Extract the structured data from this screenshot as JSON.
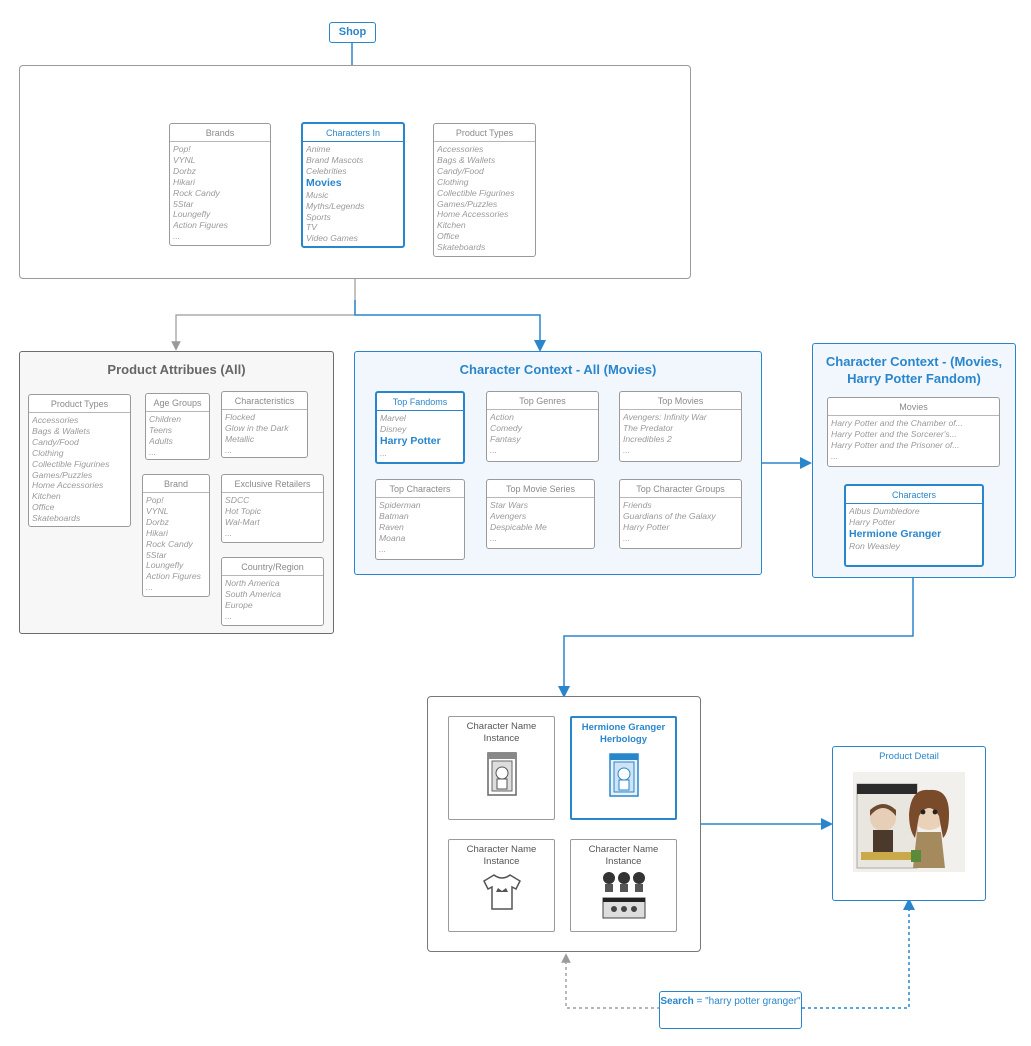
{
  "shop": "Shop",
  "top": {
    "brands": {
      "title": "Brands",
      "items": [
        "Pop!",
        "VYNL",
        "Dorbz",
        "Hikari",
        "Rock Candy",
        "5Star",
        "Loungefly",
        "Action Figures",
        "..."
      ]
    },
    "characters_in": {
      "title": "Characters In",
      "items": [
        "Anime",
        "Brand Mascots",
        "Celebrities",
        "Movies",
        "Music",
        "Myths/Legends",
        "Sports",
        "TV",
        "Video Games"
      ],
      "highlight": "Movies"
    },
    "product_types": {
      "title": "Product Types",
      "items": [
        "Accessories",
        "Bags & Wallets",
        "Candy/Food",
        "Clothing",
        "Collectible Figurines",
        "Games/Puzzles",
        "Home Accessories",
        "Kitchen",
        "Office",
        "Skateboards"
      ]
    }
  },
  "attributes": {
    "title": "Product Attribues (All)",
    "product_types": {
      "title": "Product Types",
      "items": [
        "Accessories",
        "Bags & Wallets",
        "Candy/Food",
        "Clothing",
        "Collectible Figurines",
        "Games/Puzzles",
        "Home Accessories",
        "Kitchen",
        "Office",
        "Skateboards"
      ]
    },
    "age_groups": {
      "title": "Age Groups",
      "items": [
        "Children",
        "Teens",
        "Adults",
        "..."
      ]
    },
    "brand": {
      "title": "Brand",
      "items": [
        "Pop!",
        "VYNL",
        "Dorbz",
        "Hikari",
        "Rock Candy",
        "5Star",
        "Loungefly",
        "Action Figures",
        "..."
      ]
    },
    "characteristics": {
      "title": "Characteristics",
      "items": [
        "Flocked",
        "Glow in the Dark",
        "Metallic",
        "..."
      ]
    },
    "exclusive_retailers": {
      "title": "Exclusive Retailers",
      "items": [
        "SDCC",
        "Hot Topic",
        "Wal-Mart",
        "..."
      ]
    },
    "country_region": {
      "title": "Country/Region",
      "items": [
        "North America",
        "South America",
        "Europe",
        "..."
      ]
    }
  },
  "context_all": {
    "title": "Character Context - All (Movies)",
    "top_fandoms": {
      "title": "Top Fandoms",
      "items": [
        "Marvel",
        "Disney",
        "Harry Potter",
        "..."
      ],
      "highlight": "Harry Potter"
    },
    "top_genres": {
      "title": "Top Genres",
      "items": [
        "Action",
        "Comedy",
        "Fantasy",
        "..."
      ]
    },
    "top_movies": {
      "title": "Top Movies",
      "items": [
        "Avengers: Infinity War",
        "The Predator",
        "Incredibles 2",
        "..."
      ]
    },
    "top_characters": {
      "title": "Top Characters",
      "items": [
        "Spiderman",
        "Batman",
        "Raven",
        "Moana",
        "..."
      ]
    },
    "top_movie_series": {
      "title": "Top Movie Series",
      "items": [
        "Star Wars",
        "Avengers",
        "Despicable Me",
        "..."
      ]
    },
    "top_character_groups": {
      "title": "Top Character Groups",
      "items": [
        "Friends",
        "Guardians of the Galaxy",
        "Harry Potter",
        "..."
      ]
    }
  },
  "context_hp": {
    "title": "Character Context - (Movies, Harry Potter Fandom)",
    "movies": {
      "title": "Movies",
      "items": [
        "Harry Potter and the Chamber of...",
        "Harry Potter and the Sorcerer's...",
        "Harry Potter and the Prisoner of...",
        "..."
      ]
    },
    "characters": {
      "title": "Characters",
      "items": [
        "Albus Dumbledore",
        "Harry Potter",
        "Hermione Granger",
        "Ron Weasley"
      ],
      "highlight": "Hermione Granger"
    }
  },
  "instances": [
    {
      "label": "Character Name Instance",
      "icon": "funko-box-icon",
      "selected": false
    },
    {
      "label": "Hermione Granger Herbology",
      "icon": "funko-box-icon",
      "selected": true
    },
    {
      "label": "Character Name Instance",
      "icon": "tshirt-icon",
      "selected": false
    },
    {
      "label": "Character Name Instance",
      "icon": "figure-pack-icon",
      "selected": false
    }
  ],
  "product_detail": {
    "title": "Product Detail",
    "image": "product-photo"
  },
  "search": {
    "key": "Search",
    "equals": " = \"harry potter granger\""
  },
  "colors": {
    "accent": "#2a86cc",
    "gray_line": "#9a9a9a",
    "dark_frame": "#6d6d6d"
  }
}
